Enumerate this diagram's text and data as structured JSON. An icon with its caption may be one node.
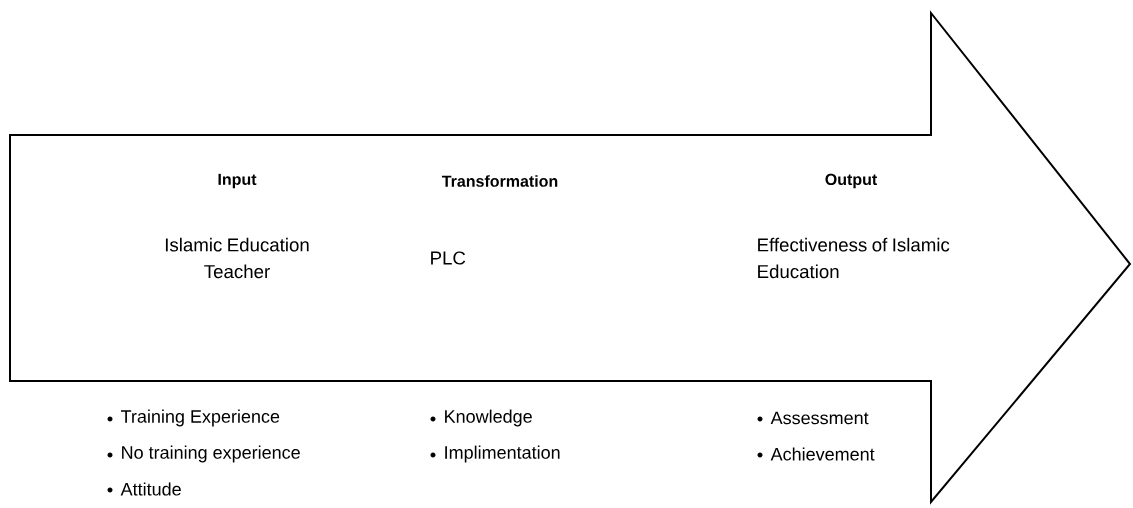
{
  "diagram": {
    "nodes": [
      {
        "text": [
          "Input",
          "Islamic Education Teacher",
          "Transformation",
          "PLC",
          "Output",
          "Effectiveness of Islamic Education"
        ]
      }
    ],
    "labels": [
      "Training Experience",
      "Knowledge",
      "Assessment",
      "No training experience",
      "Implimentation",
      "Achievement",
      "Attitude"
    ]
  }
}
